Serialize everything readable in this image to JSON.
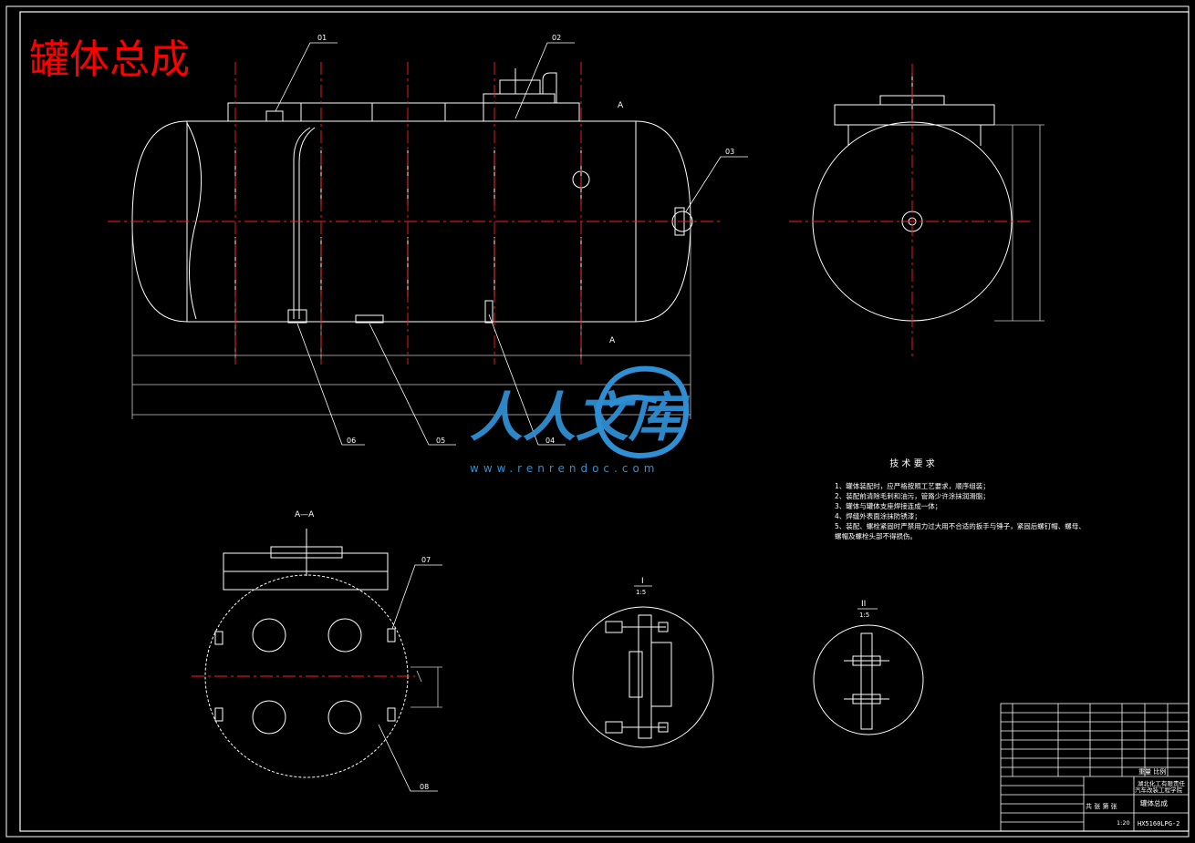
{
  "title": "罐体总成",
  "watermark": {
    "logo_text": "人人文库",
    "url": "www.renrendoc.com",
    "color": "#2f8fd4"
  },
  "callouts": [
    "01",
    "02",
    "03",
    "04",
    "05",
    "06",
    "07",
    "08"
  ],
  "sections": {
    "section_mark": "A",
    "aa_title": "A—A",
    "detail_1_title": "I",
    "detail_1_scale": "1:5",
    "detail_2_title": "II",
    "detail_2_scale": "1:5"
  },
  "tech_requirements": {
    "heading": "技 术 要 求",
    "items": [
      "1、罐体装配时，应严格按照工艺要求，顺序组装；",
      "2、装配前清除毛刺和油污，管路少许涂抹润滑脂；",
      "3、罐体与罐体支座焊接连成一体；",
      "4、焊缝外表面涂抹防锈漆；",
      "5、装配、螺栓紧固时严禁用力过大用不合适的扳手与锤子，紧固后螺钉帽、螺母、",
      "   螺帽及螺栓头部不得损伤。"
    ]
  },
  "title_block": {
    "drawing_name": "罐体总成",
    "drawing_number": "HX5160LPG-2",
    "company_line_1": "湖北化工有限责任",
    "company_line_2": "汽车改装工程学院",
    "scale": "1:20",
    "sheet_label": "共 张 第 张",
    "mass_label": "重量 比例"
  },
  "colors": {
    "lines": "#ffffff",
    "center_lines": "#ff2020",
    "dim_lines": "#c8c8c8",
    "title": "#ff0000",
    "callout_leader": "#ffffff"
  }
}
